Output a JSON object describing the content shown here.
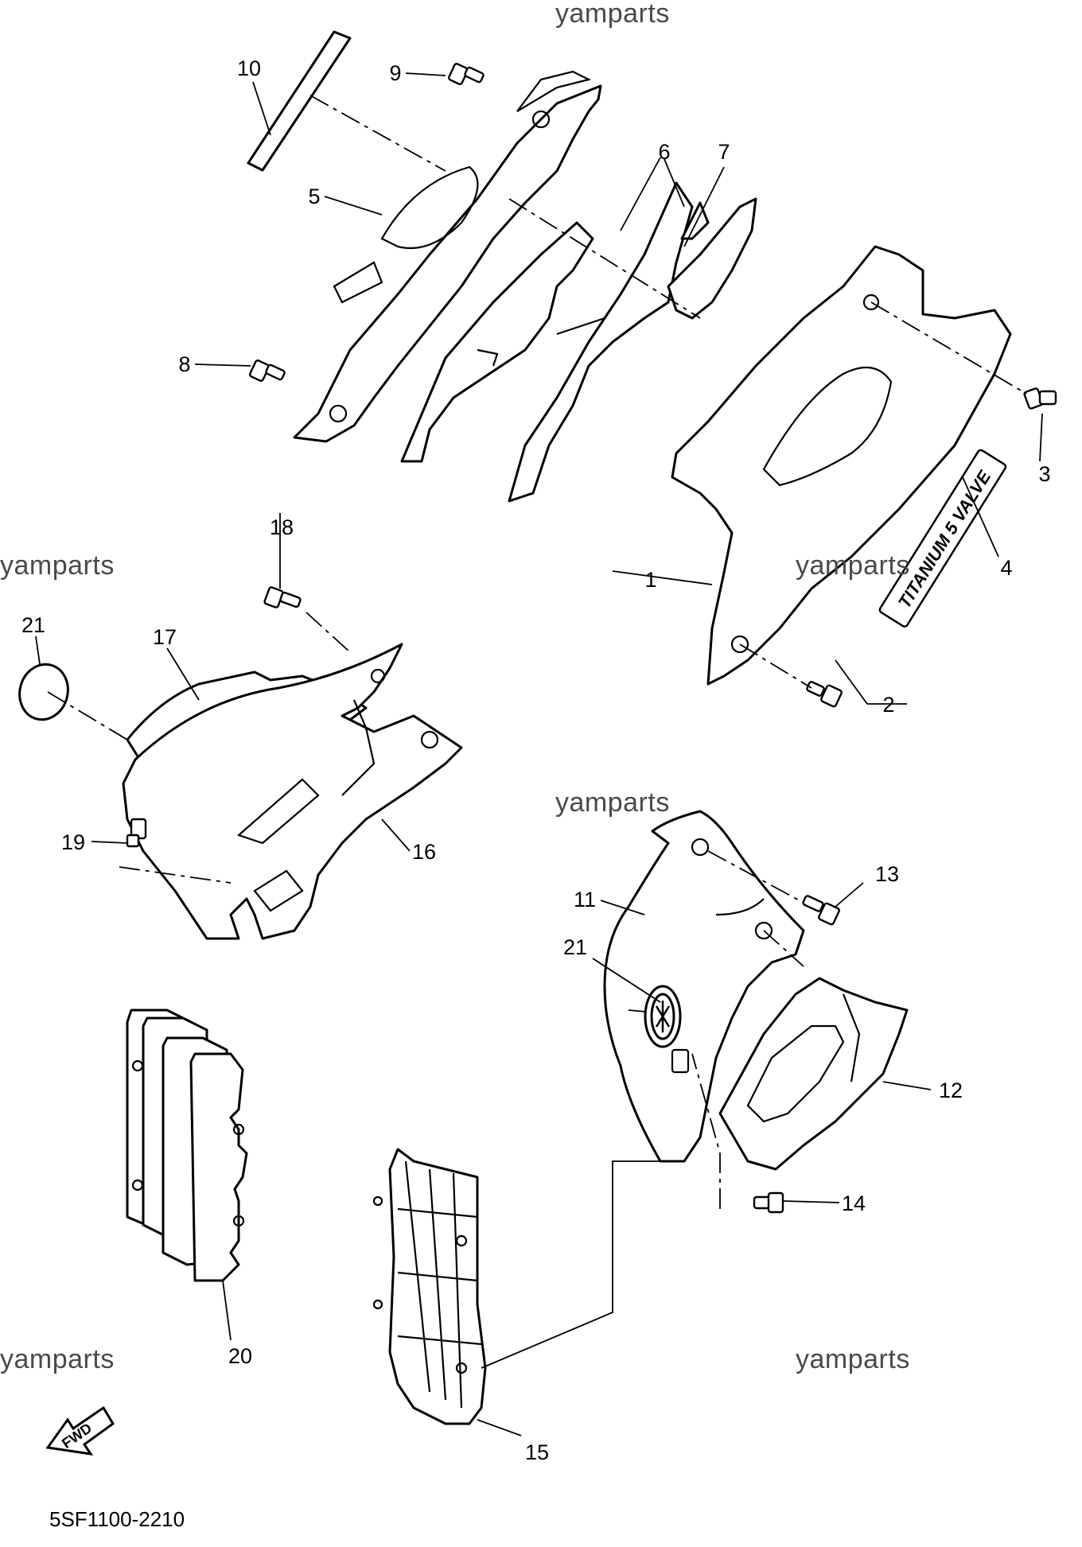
{
  "watermarks": [
    "yamparts",
    "yamparts",
    "yamparts",
    "yamparts",
    "yamparts",
    "yamparts"
  ],
  "diagram_code": "5SF1100-2210",
  "callouts": [
    "1",
    "2",
    "3",
    "4",
    "5",
    "6",
    "7",
    "8",
    "9",
    "10",
    "11",
    "12",
    "13",
    "14",
    "15",
    "16",
    "17",
    "18",
    "19",
    "20",
    "21",
    "21"
  ],
  "decal_text": "TITANIUM 5 VALVE",
  "fwd_label": "FWD"
}
